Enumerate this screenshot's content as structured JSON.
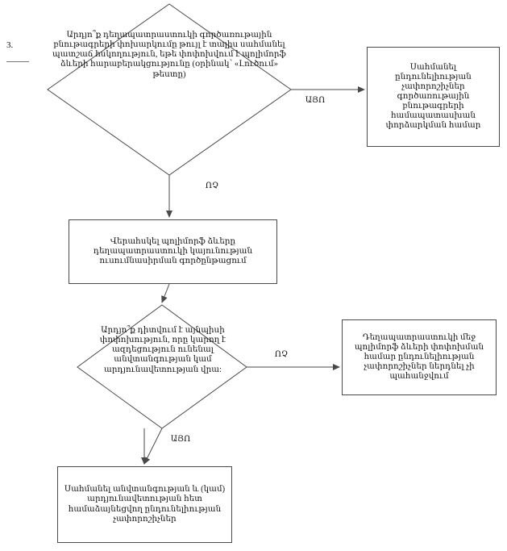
{
  "page": {
    "marker": "3.",
    "background": "#ffffff",
    "line_color": "#4a4a4a"
  },
  "nodes": {
    "decision_top": {
      "shape": "diamond",
      "text": "Արդյո՞ք դեղապատրաստուկի գործառութային բնութագրերի փոխարկումը թույլ է տալիս սահմանել պատշաճ հսկողություն, եթե փոփոխվում է պոլիմորֆ ձևերի հարաբերակցությունը (օրինակ՝ «Լուծում» թեստը)"
    },
    "box_top_right": {
      "shape": "rect",
      "text": "Սահմանել ընդունելիության չափորոշիչներ գործառութային բնութագրերի համապատասխան փորձարկման համար"
    },
    "box_verify": {
      "shape": "rect",
      "text": "Վերահսկել պոլիմորֆ ձևերը դեղապատրաստուկի կայունության ուսումնասիրման գործընթացում"
    },
    "decision_mid": {
      "shape": "diamond",
      "text": "Արդյո՞ք դիտվում է այնպիսի փոփոխություն, որը կարող է ազդեցություն ունենալ անվտանգության կամ արդյունավետության վրա:"
    },
    "box_mid_right": {
      "shape": "rect",
      "text": "Դեղապատրաստուկի մեջ պոլիմորֆ ձևերի փոփոխման համար ընդունելիության չափորոշիչներ ներդնել չի պահանջվում"
    },
    "box_bottom": {
      "shape": "rect",
      "text": "Սահմանել անվտանգության և (կամ) արդյունավետության հետ համաձայնեցվող ընդունելիության չափորոշիչներ"
    }
  },
  "edges": [
    {
      "id": "edge-top-yes",
      "label": "ԱՅՈ",
      "from": "decision_top",
      "to": "box_top_right"
    },
    {
      "id": "edge-top-no",
      "label": "ՈՉ",
      "from": "decision_top",
      "to": "box_verify"
    },
    {
      "id": "edge-verify-down",
      "label": "",
      "from": "box_verify",
      "to": "decision_mid"
    },
    {
      "id": "edge-mid-no",
      "label": "ՈՉ",
      "from": "decision_mid",
      "to": "box_mid_right"
    },
    {
      "id": "edge-mid-yes",
      "label": "ԱՅՈ",
      "from": "decision_mid",
      "to": "box_bottom"
    }
  ]
}
